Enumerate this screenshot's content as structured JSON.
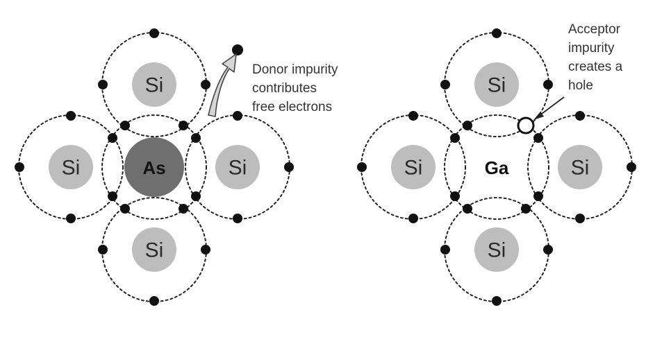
{
  "left_diagram": {
    "center_atom": "As",
    "neighbor_atoms": [
      "Si",
      "Si",
      "Si",
      "Si"
    ],
    "annotation": [
      "Donor impurity",
      "contributes",
      "free electrons"
    ]
  },
  "right_diagram": {
    "center_atom": "Ga",
    "neighbor_atoms": [
      "Si",
      "Si",
      "Si",
      "Si"
    ],
    "annotation": [
      "Acceptor",
      "impurity",
      "creates a",
      "hole"
    ]
  },
  "colors": {
    "silicon": "#bdbdbd",
    "donor": "#6f6f6f",
    "electron": "#111111",
    "arrow_fill": "#d6d6d6"
  }
}
